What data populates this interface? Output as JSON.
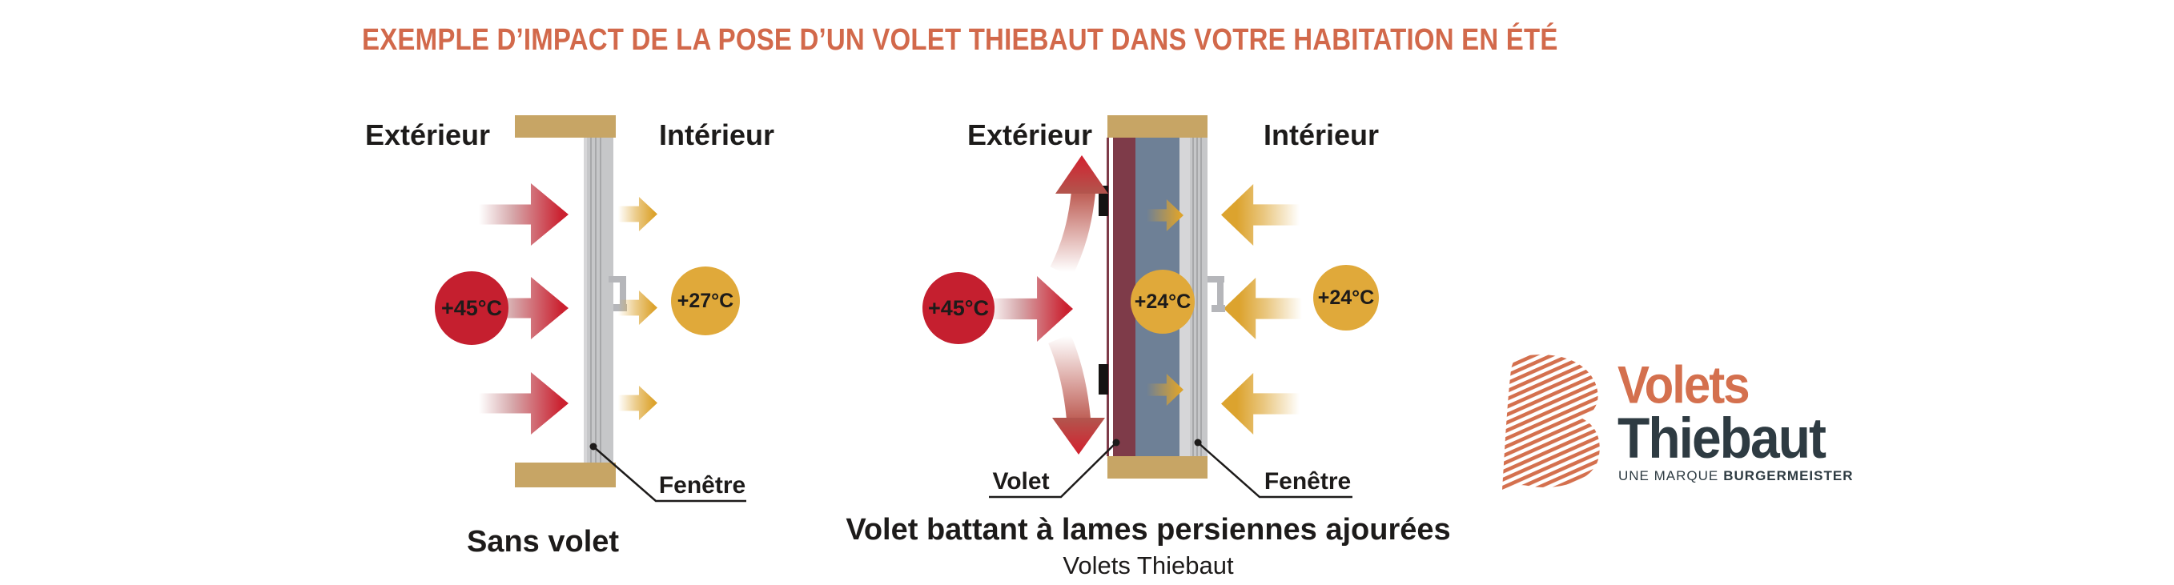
{
  "title": {
    "text": "EXEMPLE D’IMPACT DE LA POSE D’UN VOLET THIEBAUT DANS VOTRE HABITATION EN ÉTÉ",
    "color": "#d2694b"
  },
  "palette": {
    "accent_orange": "#d2694b",
    "hot_red": "#c51f2f",
    "warm_gold": "#e0a93a",
    "gold_arrow": "#dca32e",
    "wall_tan": "#c7a565",
    "shutter_maroon": "#7e3b49",
    "air_gap_blue_gray": "#6e8096",
    "window_gray": "#c6c7c9",
    "dark_text": "#1d1b1a",
    "logo_orange": "#d4704e",
    "logo_dark": "#2e3b42"
  },
  "diagram_without_shutter": {
    "exterior_label": "Extérieur",
    "interior_label": "Intérieur",
    "exterior_temperature": "+45°C",
    "interior_temperature": "+27°C",
    "window_label": "Fenêtre",
    "caption": "Sans volet"
  },
  "diagram_with_shutter": {
    "exterior_label": "Extérieur",
    "interior_label": "Intérieur",
    "exterior_temperature": "+45°C",
    "air_gap_temperature": "+24°C",
    "interior_temperature": "+24°C",
    "shutter_label": "Volet",
    "window_label": "Fenêtre",
    "caption_title": "Volet battant à lames persiennes ajourées",
    "caption_subtitle": "Volets Thiebaut"
  },
  "logo": {
    "brand_top": "Volets",
    "brand_bottom": "Thiebaut",
    "tagline_prefix": "UNE MARQUE",
    "tagline_brand": "BURGERMEISTER"
  }
}
